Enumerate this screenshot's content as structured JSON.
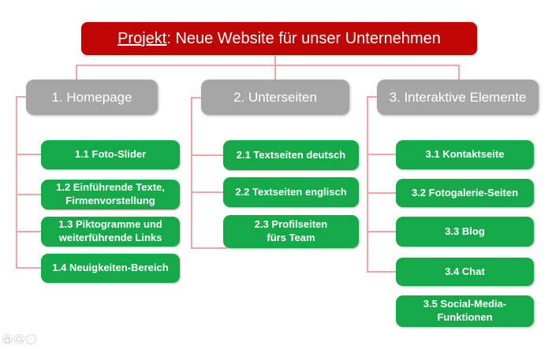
{
  "title": {
    "underlined": "Projekt",
    "rest": ": Neue Website für unser Unternehmen"
  },
  "columns": [
    {
      "label": "1. Homepage",
      "children": [
        "1.1 Foto-Slider",
        "1.2 Einführende Texte, Firmenvorstellung",
        "1.3 Piktogramme und weiterführende Links",
        "1.4 Neuigkeiten-Bereich"
      ]
    },
    {
      "label": "2. Unterseiten",
      "children": [
        "2.1 Textseiten deutsch",
        "2.2 Textseiten englisch",
        "2.3 Profilseiten fürs Team"
      ]
    },
    {
      "label": "3. Interaktive Elemente",
      "children": [
        "3.1 Kontaktseite",
        "3.2 Fotogalerie-Seiten",
        "3.3 Blog",
        "3.4 Chat",
        "3.5 Social-Media-Funktionen"
      ]
    }
  ],
  "colors": {
    "root_red": "#c00505",
    "branch_gray": "#a6a6a6",
    "leaf_green": "#16a94a",
    "connector_pink": "#efa6a6"
  },
  "viewer_controls": {
    "icons": [
      "lock-icon",
      "magnifier-icon",
      "ellipsis-icon"
    ]
  }
}
